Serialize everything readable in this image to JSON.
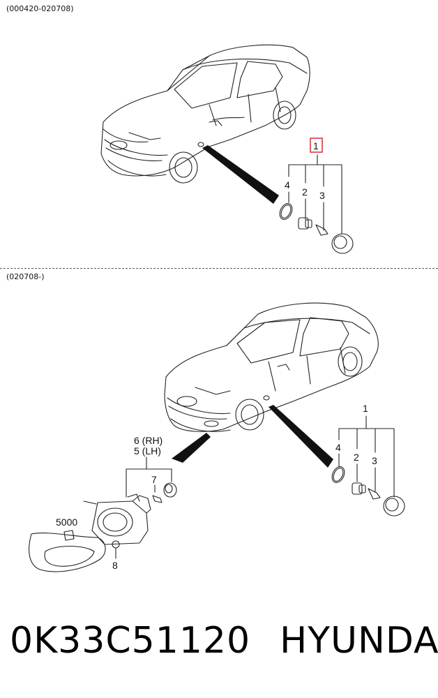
{
  "sections": [
    {
      "range": "(000420-020708)",
      "callouts": {
        "assembly": "1",
        "housing": "2",
        "bulb": "3",
        "gasket": "4"
      },
      "assembly_highlight_color": "#d0202a"
    },
    {
      "range": "(020708-)",
      "callouts": {
        "assembly": "1",
        "housing": "2",
        "bulb": "3",
        "gasket": "4",
        "fog_rh": "6 (RH)",
        "fog_lh": "5 (LH)",
        "fog_bulb": "7",
        "screw": "8",
        "cover": "5000"
      }
    }
  ],
  "footer": {
    "part_number": "0K33C51120",
    "brand": "HYUNDAI"
  }
}
